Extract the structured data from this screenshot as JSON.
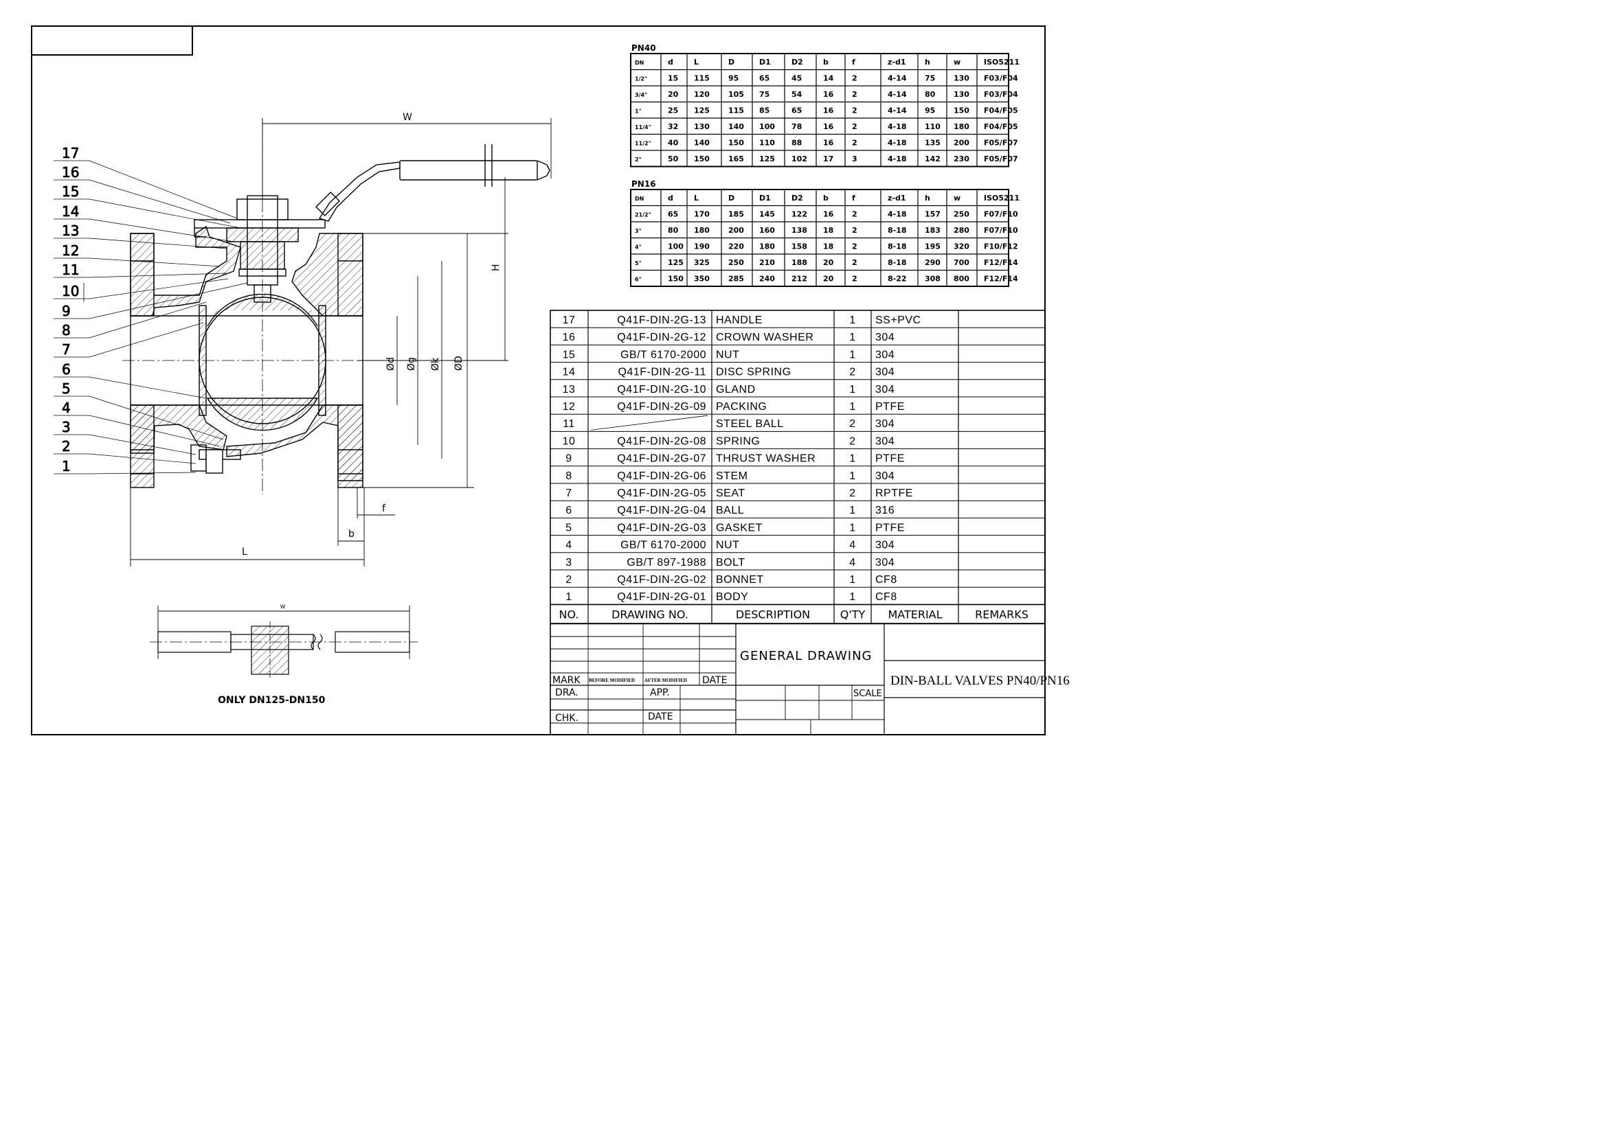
{
  "pn40": {
    "title": "PN40",
    "headers": [
      "DN",
      "d",
      "L",
      "D",
      "D1",
      "D2",
      "b",
      "f",
      "z-d1",
      "h",
      "w",
      "ISO5211"
    ],
    "rows": [
      [
        "1/2\"",
        "15",
        "115",
        "95",
        "65",
        "45",
        "14",
        "2",
        "4-14",
        "75",
        "130",
        "F03/F04"
      ],
      [
        "3/4\"",
        "20",
        "120",
        "105",
        "75",
        "54",
        "16",
        "2",
        "4-14",
        "80",
        "130",
        "F03/F04"
      ],
      [
        "1\"",
        "25",
        "125",
        "115",
        "85",
        "65",
        "16",
        "2",
        "4-14",
        "95",
        "150",
        "F04/F05"
      ],
      [
        "11/4\"",
        "32",
        "130",
        "140",
        "100",
        "78",
        "16",
        "2",
        "4-18",
        "110",
        "180",
        "F04/F05"
      ],
      [
        "11/2\"",
        "40",
        "140",
        "150",
        "110",
        "88",
        "16",
        "2",
        "4-18",
        "135",
        "200",
        "F05/F07"
      ],
      [
        "2\"",
        "50",
        "150",
        "165",
        "125",
        "102",
        "17",
        "3",
        "4-18",
        "142",
        "230",
        "F05/F07"
      ]
    ]
  },
  "pn16": {
    "title": "PN16",
    "headers": [
      "DN",
      "d",
      "L",
      "D",
      "D1",
      "D2",
      "b",
      "f",
      "z-d1",
      "h",
      "w",
      "ISO5211"
    ],
    "rows": [
      [
        "21/2\"",
        "65",
        "170",
        "185",
        "145",
        "122",
        "16",
        "2",
        "4-18",
        "157",
        "250",
        "F07/F10"
      ],
      [
        "3\"",
        "80",
        "180",
        "200",
        "160",
        "138",
        "18",
        "2",
        "8-18",
        "183",
        "280",
        "F07/F10"
      ],
      [
        "4\"",
        "100",
        "190",
        "220",
        "180",
        "158",
        "18",
        "2",
        "8-18",
        "195",
        "320",
        "F10/F12"
      ],
      [
        "5\"",
        "125",
        "325",
        "250",
        "210",
        "188",
        "20",
        "2",
        "8-18",
        "290",
        "700",
        "F12/F14"
      ],
      [
        "6\"",
        "150",
        "350",
        "285",
        "240",
        "212",
        "20",
        "2",
        "8-22",
        "308",
        "800",
        "F12/F14"
      ]
    ]
  },
  "bom": {
    "headers": [
      "NO.",
      "DRAWING NO.",
      "DESCRIPTION",
      "Q'TY",
      "MATERIAL",
      "REMARKS"
    ],
    "rows": [
      [
        "17",
        "Q41F-DIN-2G-13",
        "HANDLE",
        "1",
        "SS+PVC",
        ""
      ],
      [
        "16",
        "Q41F-DIN-2G-12",
        "CROWN WASHER",
        "1",
        "304",
        ""
      ],
      [
        "15",
        "GB/T 6170-2000",
        "NUT",
        "1",
        "304",
        ""
      ],
      [
        "14",
        "Q41F-DIN-2G-11",
        "DISC SPRING",
        "2",
        "304",
        ""
      ],
      [
        "13",
        "Q41F-DIN-2G-10",
        "GLAND",
        "1",
        "304",
        ""
      ],
      [
        "12",
        "Q41F-DIN-2G-09",
        "PACKING",
        "1",
        "PTFE",
        ""
      ],
      [
        "11",
        "",
        "STEEL BALL",
        "2",
        "304",
        ""
      ],
      [
        "10",
        "Q41F-DIN-2G-08",
        "SPRING",
        "2",
        "304",
        ""
      ],
      [
        "9",
        "Q41F-DIN-2G-07",
        "THRUST WASHER",
        "1",
        "PTFE",
        ""
      ],
      [
        "8",
        "Q41F-DIN-2G-06",
        "STEM",
        "1",
        "304",
        ""
      ],
      [
        "7",
        "Q41F-DIN-2G-05",
        "SEAT",
        "2",
        "RPTFE",
        ""
      ],
      [
        "6",
        "Q41F-DIN-2G-04",
        "BALL",
        "1",
        "316",
        ""
      ],
      [
        "5",
        "Q41F-DIN-2G-03",
        "GASKET",
        "1",
        "PTFE",
        ""
      ],
      [
        "4",
        "GB/T 6170-2000",
        "NUT",
        "4",
        "304",
        ""
      ],
      [
        "3",
        "GB/T 897-1988",
        "BOLT",
        "4",
        "304",
        ""
      ],
      [
        "2",
        "Q41F-DIN-2G-02",
        "BONNET",
        "1",
        "CF8",
        ""
      ],
      [
        "1",
        "Q41F-DIN-2G-01",
        "BODY",
        "1",
        "CF8",
        ""
      ]
    ]
  },
  "title_block": {
    "general": "GENERAL DRAWING",
    "product": "DIN-BALL VALVES PN40/PN16",
    "mark": "MARK",
    "before": "BEFORE MODIFIED",
    "after": "AFTER MODIFIED",
    "date": "DATE",
    "dra": "DRA.",
    "app": "APP.",
    "chk": "CHK.",
    "date2": "DATE",
    "scale": "SCALE"
  },
  "drawing": {
    "dims": {
      "W": "W",
      "H": "H",
      "L": "L",
      "b": "b",
      "f": "f",
      "d": "Ød",
      "g": "Øg",
      "k": "Øk",
      "D": "ØD",
      "w": "w"
    },
    "callouts": [
      "17",
      "16",
      "15",
      "14",
      "13",
      "12",
      "11",
      "10",
      "9",
      "8",
      "7",
      "6",
      "5",
      "4",
      "3",
      "2",
      "1"
    ],
    "note": "ONLY DN125-DN150"
  }
}
